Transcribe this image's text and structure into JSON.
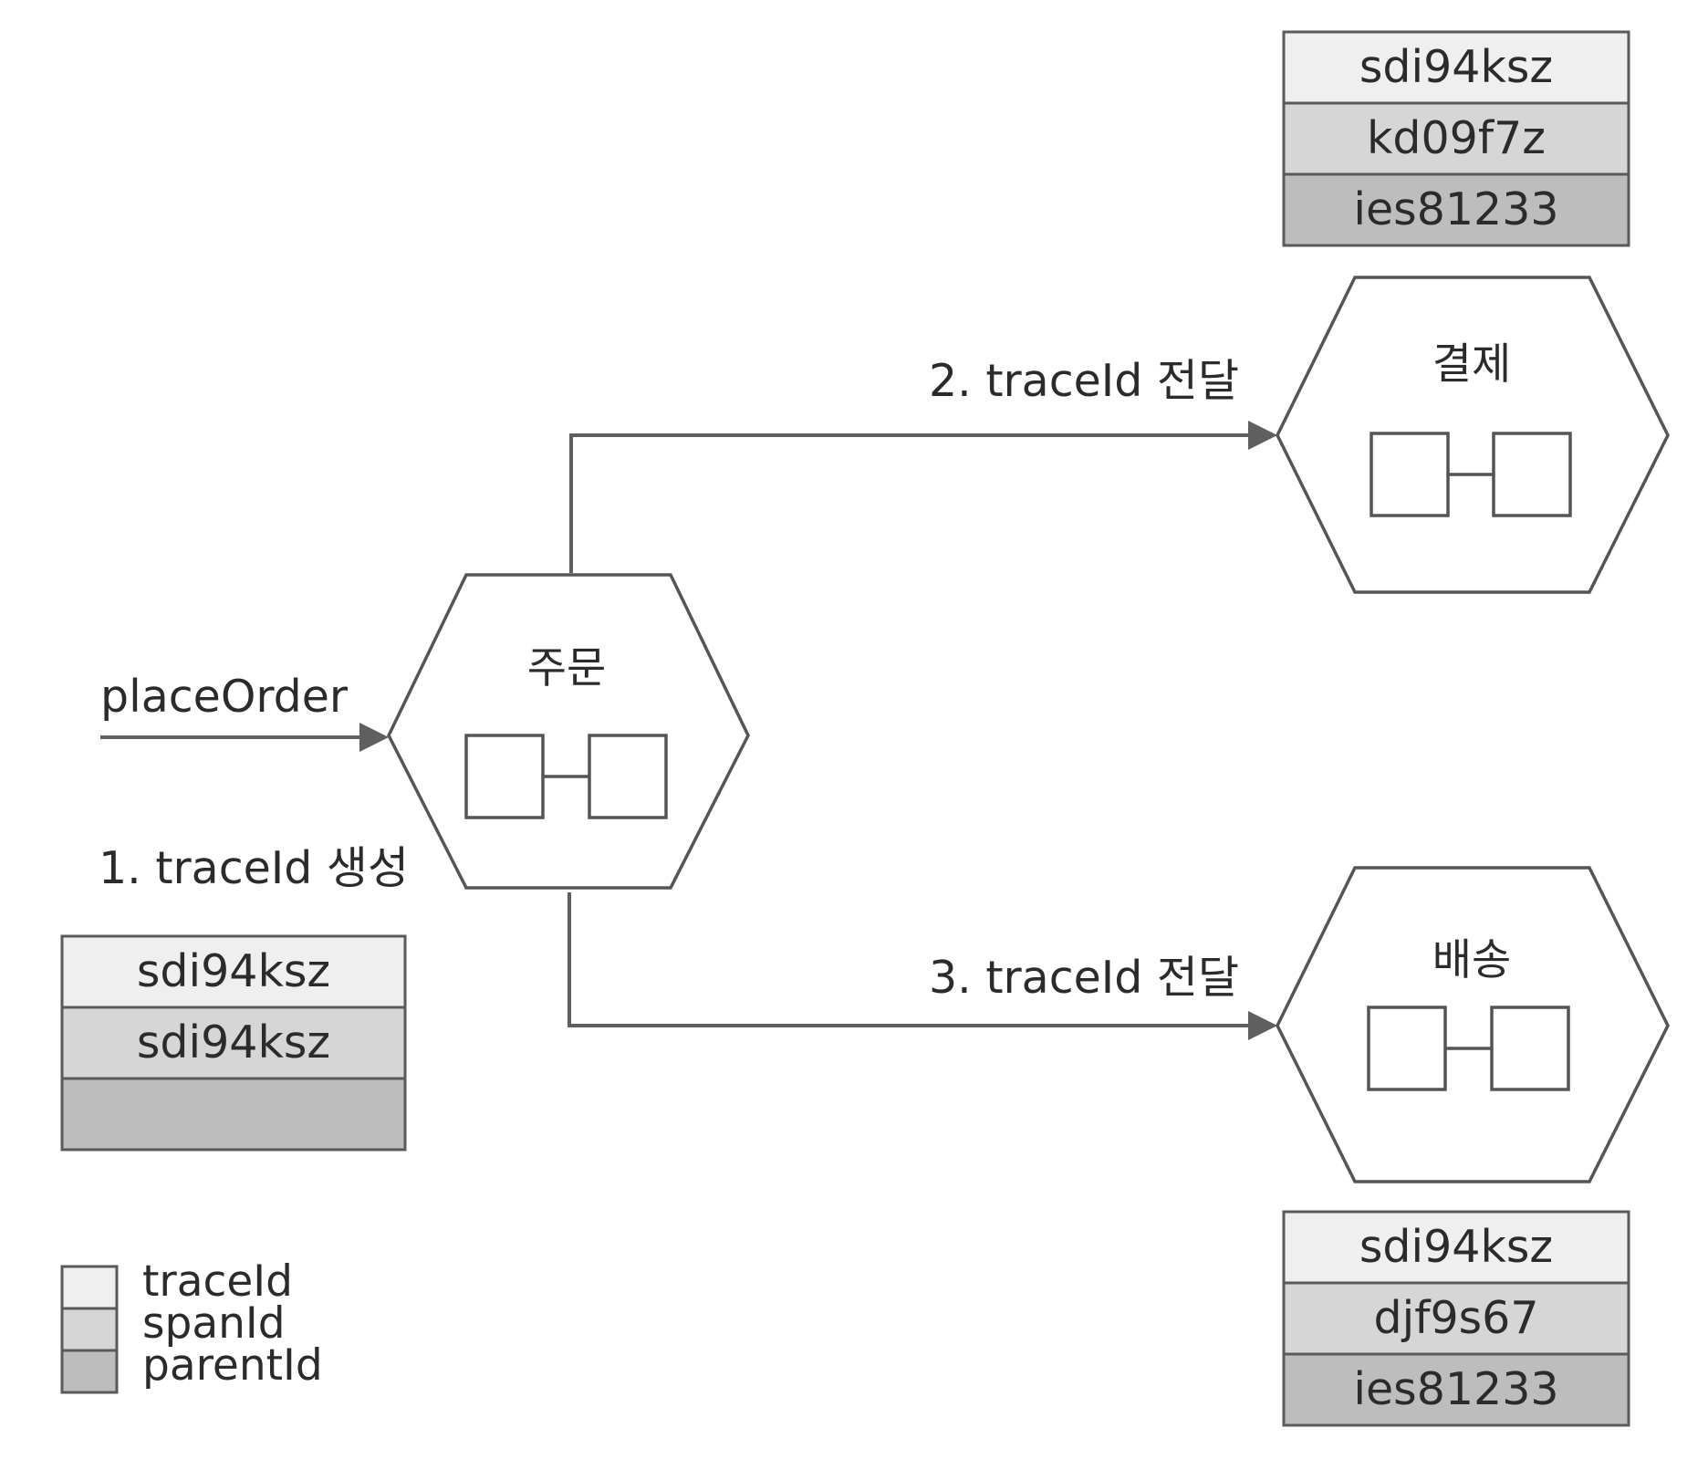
{
  "legend": {
    "trace_label": "traceId",
    "span_label": "spanId",
    "parent_label": "parentId",
    "colors": {
      "trace": "#efefef",
      "span": "#d6d6d6",
      "parent": "#bdbdbd"
    }
  },
  "entry": {
    "label": "placeOrder"
  },
  "steps": {
    "create": "1. traceId 생성",
    "to_payment": "2. traceId 전달",
    "to_shipping": "3. traceId 전달"
  },
  "services": {
    "order": {
      "name": "주문"
    },
    "payment": {
      "name": "결제"
    },
    "shipping": {
      "name": "배송"
    }
  },
  "id_tables": {
    "order": {
      "trace_id": "sdi94ksz",
      "span_id": "sdi94ksz",
      "parent_id": ""
    },
    "payment": {
      "trace_id": "sdi94ksz",
      "span_id": "kd09f7z",
      "parent_id": "ies81233"
    },
    "shipping": {
      "trace_id": "sdi94ksz",
      "span_id": "djf9s67",
      "parent_id": "ies81233"
    }
  }
}
